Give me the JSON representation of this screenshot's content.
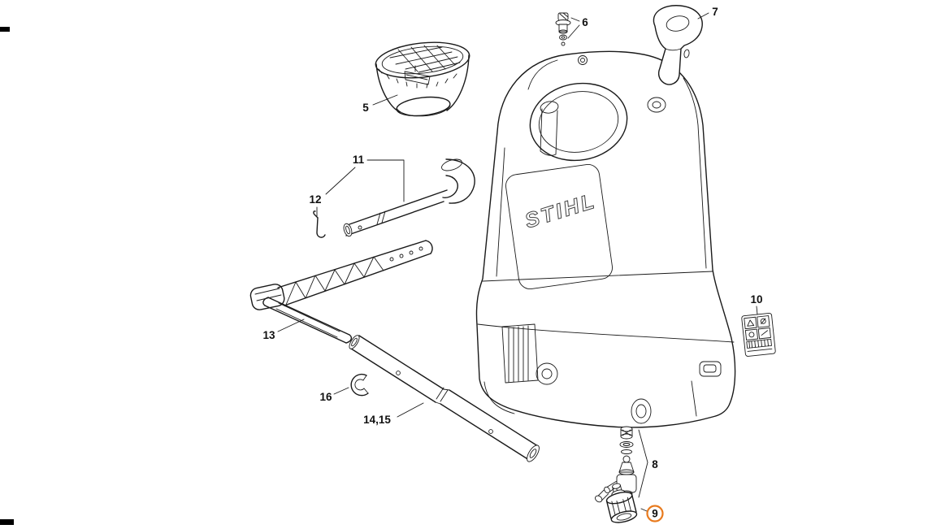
{
  "diagram": {
    "background_color": "#ffffff",
    "line_color": "#1a1a1a",
    "highlight_color": "#e87a1d",
    "brand": "STIHL",
    "callouts": [
      {
        "label": "5"
      },
      {
        "label": "6"
      },
      {
        "label": "7"
      },
      {
        "label": "8"
      },
      {
        "label": "9",
        "highlighted": true
      },
      {
        "label": "10"
      },
      {
        "label": "11"
      },
      {
        "label": "12"
      },
      {
        "label": "13"
      },
      {
        "label": "14,15"
      },
      {
        "label": "16"
      }
    ]
  }
}
